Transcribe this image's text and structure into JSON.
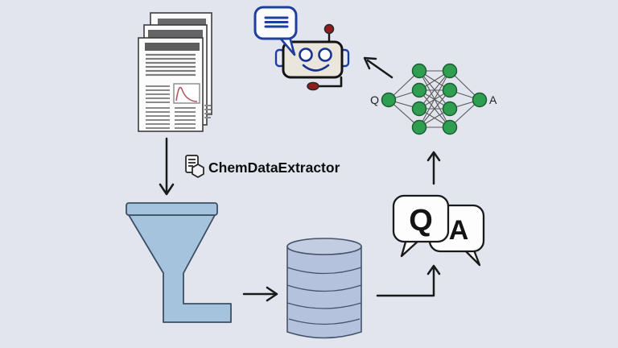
{
  "scene": {
    "description": "Chemistry literature QA pipeline diagram: papers are processed by ChemDataExtractor through a funnel into a database, which produces Q/A pairs that train a neural network powering a chatbot",
    "background_color": "#e2e4ee",
    "pipeline_label": "ChemDataExtractor",
    "qa_bubbles": {
      "question": "Q",
      "answer": "A"
    },
    "network_labels": {
      "input": "Q",
      "output": "A"
    },
    "colors": {
      "funnel_fill": "#a6c3de",
      "database_fill": "#b4c2dd",
      "database_top_fill": "#c2cde2",
      "node_green": "#2f9e51",
      "node_green_border": "#1c5e34",
      "robot_blue": "#1e3f9e",
      "robot_face": "#eae6dc",
      "accent_red": "#8f1d1d",
      "chart_line_red": "#b2565f",
      "outline_dark": "#1a1a1a",
      "page_fill": "#fbfbfd",
      "page_bar_gray": "#5d5d5d",
      "page_line_gray": "#7d7d7d"
    },
    "icons": {
      "documents": "document-stack-icon",
      "extractor_badge": "chem-doc-hexagon-icon",
      "funnel": "funnel-icon",
      "database": "database-cylinder-icon",
      "question_bubble": "question-speech-bubble-icon",
      "answer_bubble": "answer-speech-bubble-icon",
      "neural_network": "neural-network-icon",
      "chatbot": "chatbot-icon",
      "chat_message": "chat-lines-bubble-icon"
    }
  }
}
